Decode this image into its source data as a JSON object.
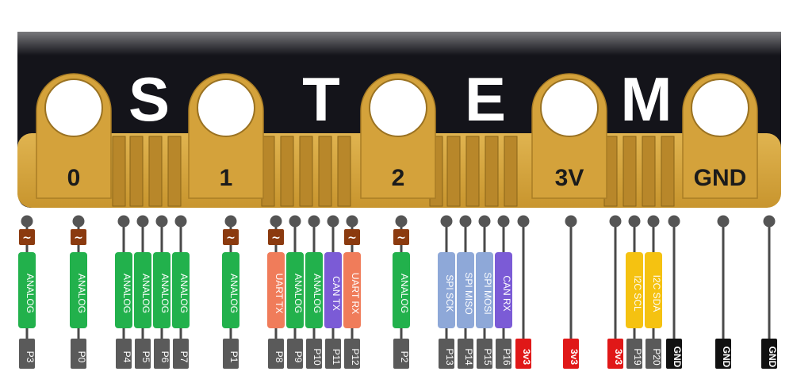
{
  "board": {
    "letters": [
      "S",
      "T",
      "E",
      "M"
    ],
    "pad_labels": [
      "0",
      "1",
      "2",
      "3V",
      "GND"
    ]
  },
  "colors": {
    "analog": "#22b14c",
    "uart": "#f07c5a",
    "can": "#7b5bd6",
    "spi": "#8ea8d8",
    "i2c": "#f5c211",
    "pwm": "#8b3a0f",
    "pin_label": "#5a5a5a",
    "power": "#e01818",
    "ground": "#111111",
    "gold": "#d7a63a",
    "pcb": "#14141a"
  },
  "pins": [
    {
      "pin": "P3",
      "func": "ANALOG",
      "group": "analog",
      "pwm": true,
      "pwm_symbol": "~"
    },
    {
      "pin": "P0",
      "func": "ANALOG",
      "group": "analog",
      "pwm": true,
      "pwm_symbol": "~"
    },
    {
      "pin": "P4",
      "func": "ANALOG",
      "group": "analog",
      "pwm": false
    },
    {
      "pin": "P5",
      "func": "ANALOG",
      "group": "analog",
      "pwm": false
    },
    {
      "pin": "P6",
      "func": "ANALOG",
      "group": "analog",
      "pwm": false
    },
    {
      "pin": "P7",
      "func": "ANALOG",
      "group": "analog",
      "pwm": false
    },
    {
      "pin": "P1",
      "func": "ANALOG",
      "group": "analog",
      "pwm": true,
      "pwm_symbol": "~"
    },
    {
      "pin": "P8",
      "func": "UART TX",
      "group": "uart",
      "pwm": true,
      "pwm_symbol": "~"
    },
    {
      "pin": "P9",
      "func": "ANALOG",
      "group": "analog",
      "pwm": false
    },
    {
      "pin": "P10",
      "func": "ANALOG",
      "group": "analog",
      "pwm": false
    },
    {
      "pin": "P11",
      "func": "CAN TX",
      "group": "can",
      "pwm": false
    },
    {
      "pin": "P12",
      "func": "UART RX",
      "group": "uart",
      "pwm": true,
      "pwm_symbol": "~"
    },
    {
      "pin": "P2",
      "func": "ANALOG",
      "group": "analog",
      "pwm": true,
      "pwm_symbol": "~"
    },
    {
      "pin": "P13",
      "func": "SPI SCK",
      "group": "spi",
      "pwm": false
    },
    {
      "pin": "P14",
      "func": "SPI MISO",
      "group": "spi",
      "pwm": false
    },
    {
      "pin": "P15",
      "func": "SPI MOSI",
      "group": "spi",
      "pwm": false
    },
    {
      "pin": "P16",
      "func": "CAN RX",
      "group": "can",
      "pwm": false
    },
    {
      "pin": "3v3",
      "func": "",
      "group": "power",
      "pwm": false
    },
    {
      "pin": "3v3",
      "func": "",
      "group": "power",
      "pwm": false
    },
    {
      "pin": "3v3",
      "func": "",
      "group": "power",
      "pwm": false
    },
    {
      "pin": "P19",
      "func": "I2C SCL",
      "group": "i2c",
      "pwm": false
    },
    {
      "pin": "P20",
      "func": "I2C SDA",
      "group": "i2c",
      "pwm": false
    },
    {
      "pin": "GND",
      "func": "",
      "group": "ground",
      "pwm": false
    },
    {
      "pin": "GND",
      "func": "",
      "group": "ground",
      "pwm": false
    },
    {
      "pin": "GND",
      "func": "",
      "group": "ground",
      "pwm": false
    }
  ]
}
